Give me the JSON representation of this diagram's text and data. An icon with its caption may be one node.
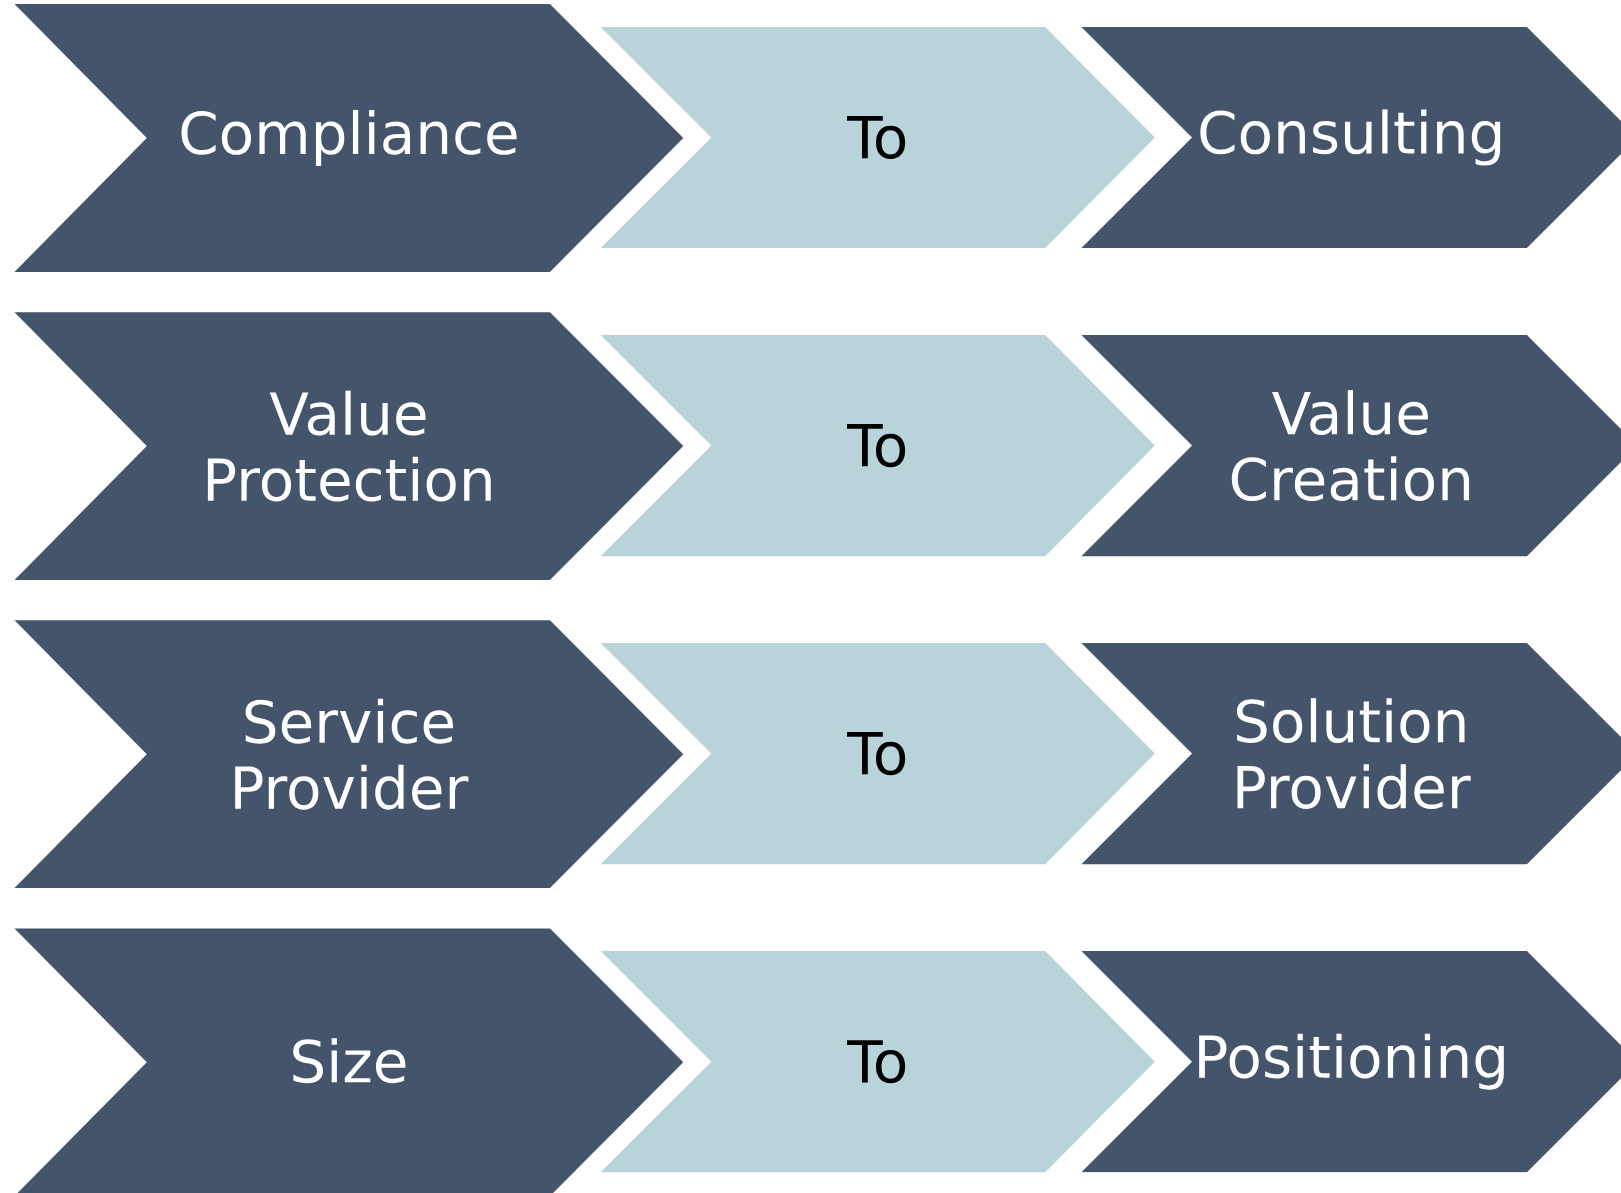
{
  "diagram": {
    "nodes": [
      {
        "text": [
          "Compliance"
        ]
      },
      {
        "text": [
          "To"
        ]
      },
      {
        "text": [
          "Consulting"
        ]
      },
      {
        "text": [
          "Value Protection"
        ]
      },
      {
        "text": [
          "To"
        ]
      },
      {
        "text": [
          "Value Creation"
        ]
      },
      {
        "text": [
          "Service Provider"
        ]
      },
      {
        "text": [
          "To"
        ]
      },
      {
        "text": [
          "Solution Provider"
        ]
      },
      {
        "text": [
          "Size"
        ]
      },
      {
        "text": [
          "To"
        ]
      },
      {
        "text": [
          "Positioning"
        ]
      }
    ]
  }
}
